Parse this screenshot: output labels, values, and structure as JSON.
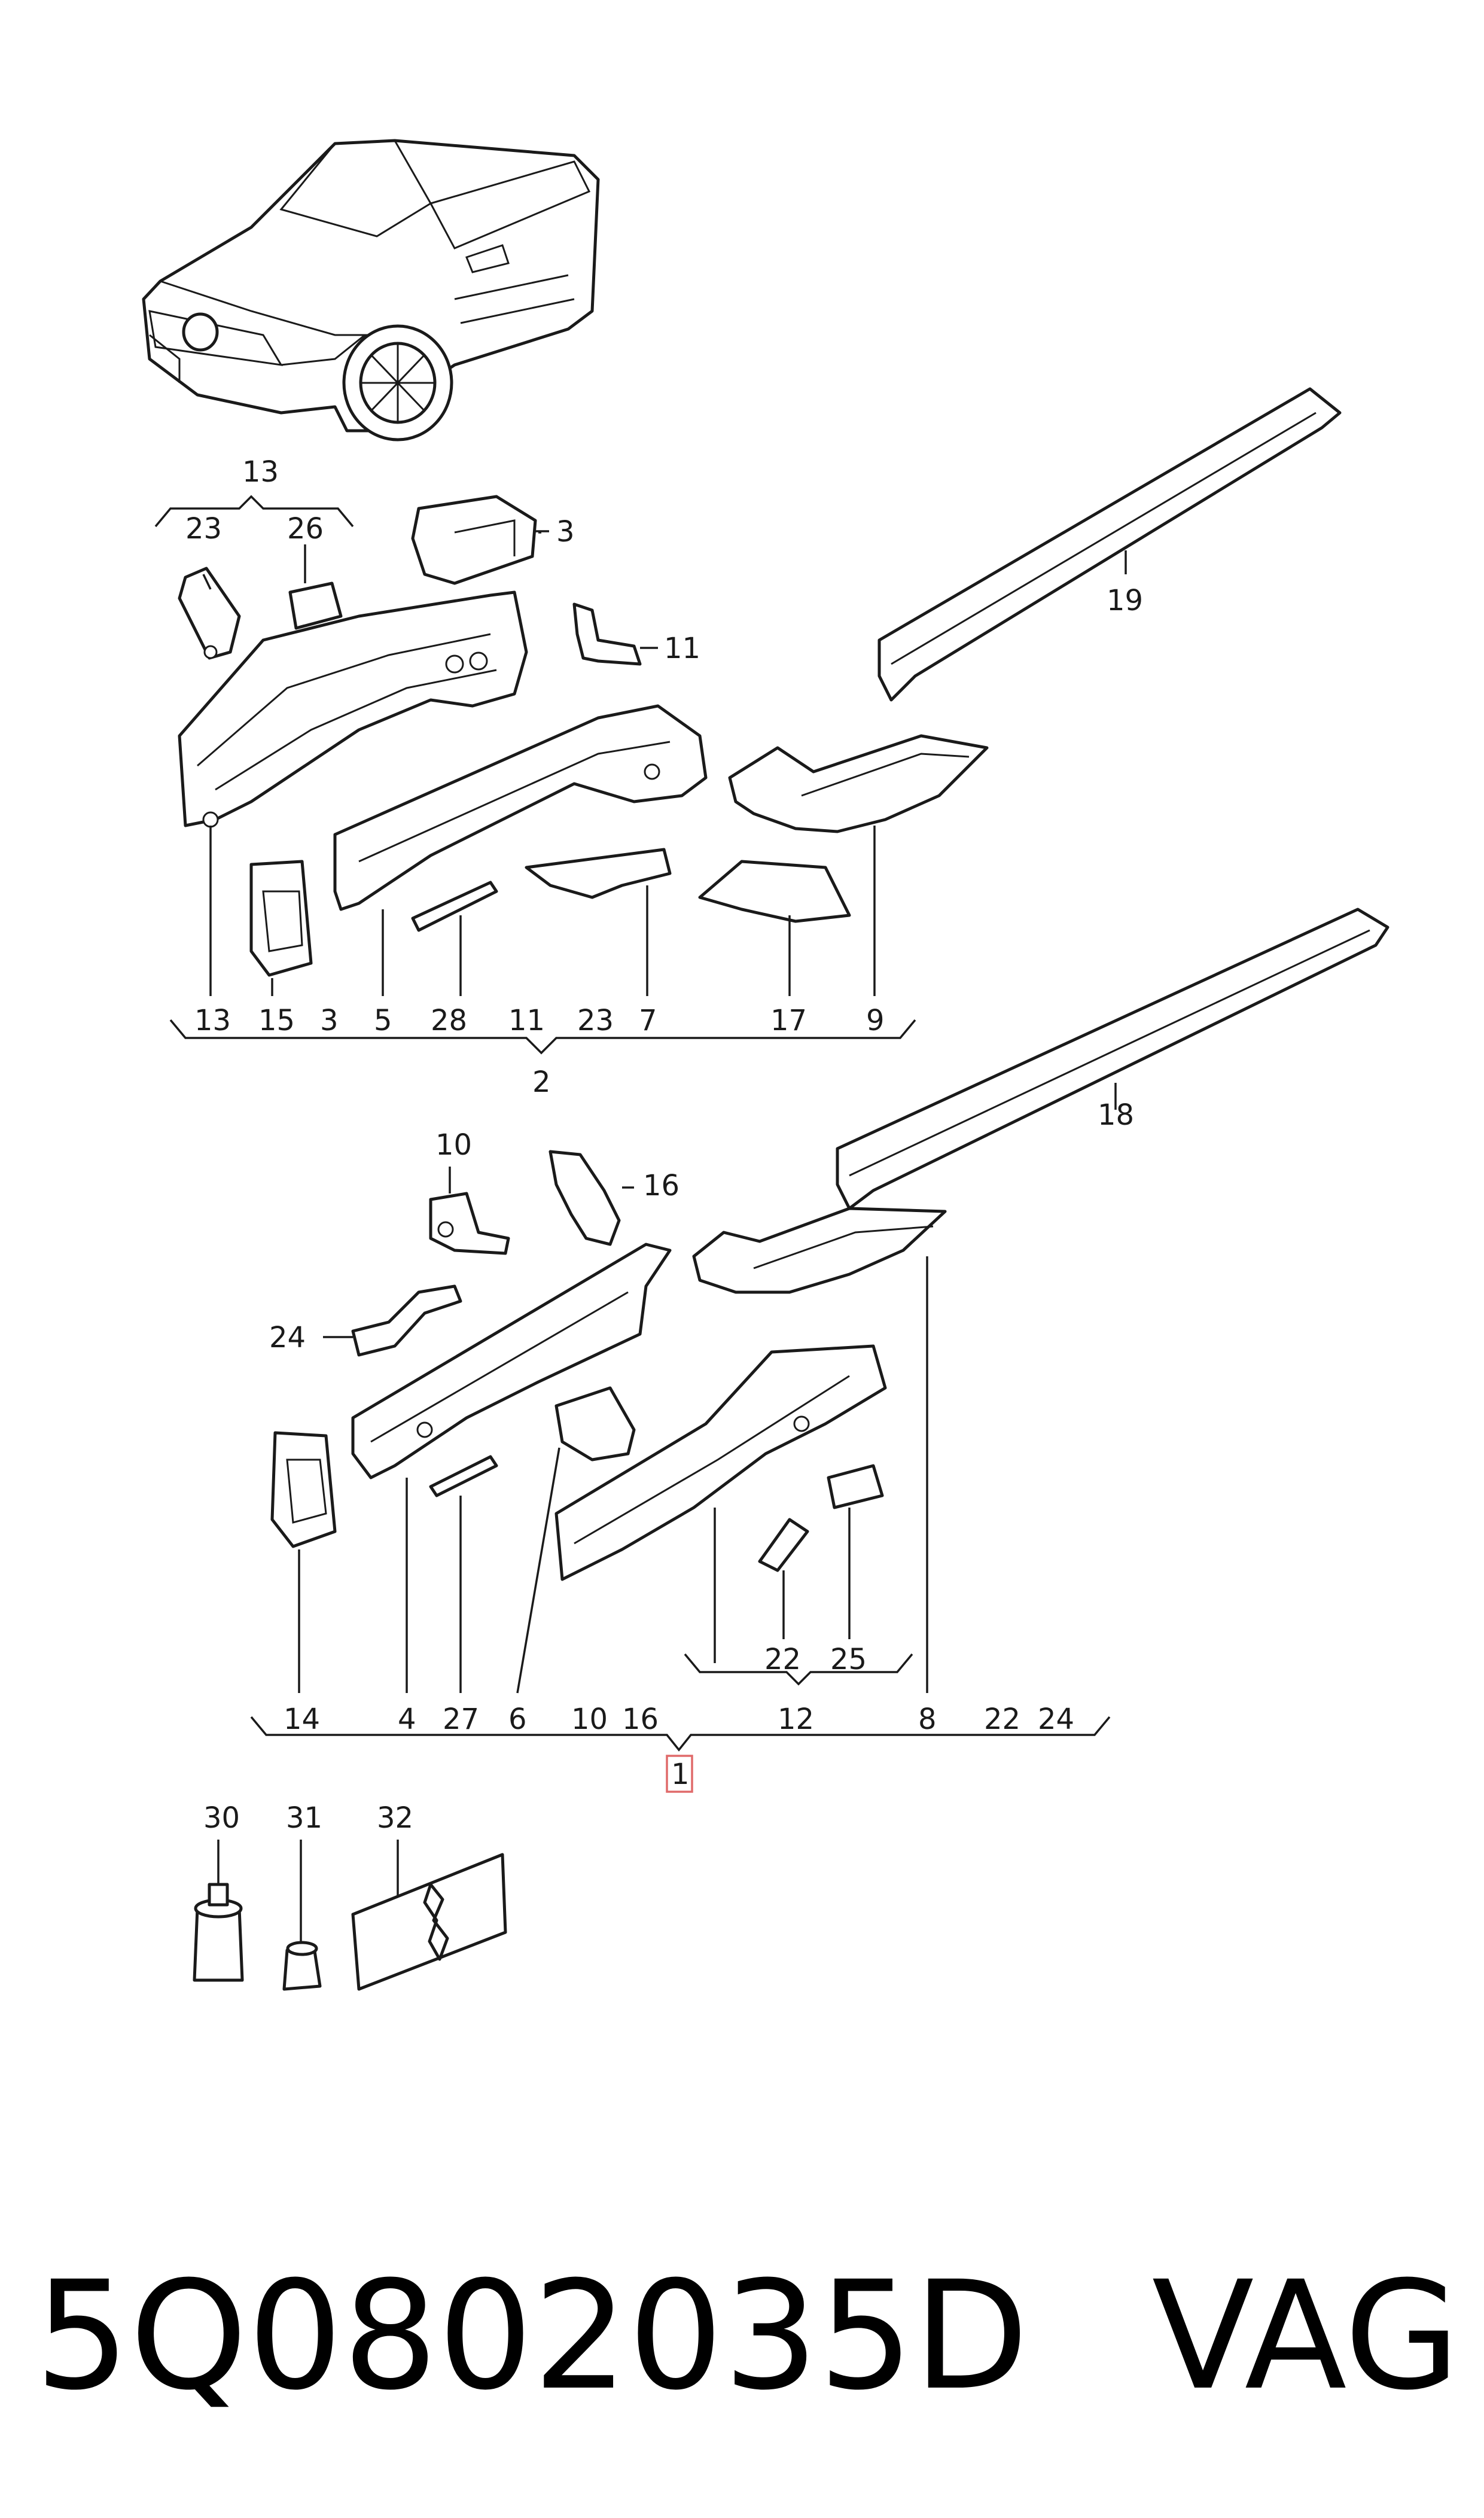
{
  "diagram": {
    "top_group": {
      "label": "2",
      "sub_labels": [
        "13",
        "15",
        "3",
        "5",
        "28",
        "11",
        "23",
        "7",
        "17",
        "9"
      ],
      "bracket_13": {
        "label": "13",
        "sub_labels": [
          "23",
          "26"
        ]
      },
      "callouts": [
        "3",
        "11",
        "19"
      ]
    },
    "bottom_group": {
      "label": "1",
      "sub_labels": [
        "14",
        "4",
        "27",
        "6",
        "10",
        "16",
        "12",
        "8",
        "22",
        "24"
      ],
      "bracket_12": {
        "label": "12",
        "sub_labels": [
          "22",
          "25"
        ]
      },
      "callouts": [
        "10",
        "16",
        "24",
        "18"
      ]
    },
    "accessories": [
      "30",
      "31",
      "32"
    ],
    "highlight_color": "#e06a6a"
  },
  "footer": {
    "part_number": "5Q0802035D",
    "brand": "VAG"
  }
}
